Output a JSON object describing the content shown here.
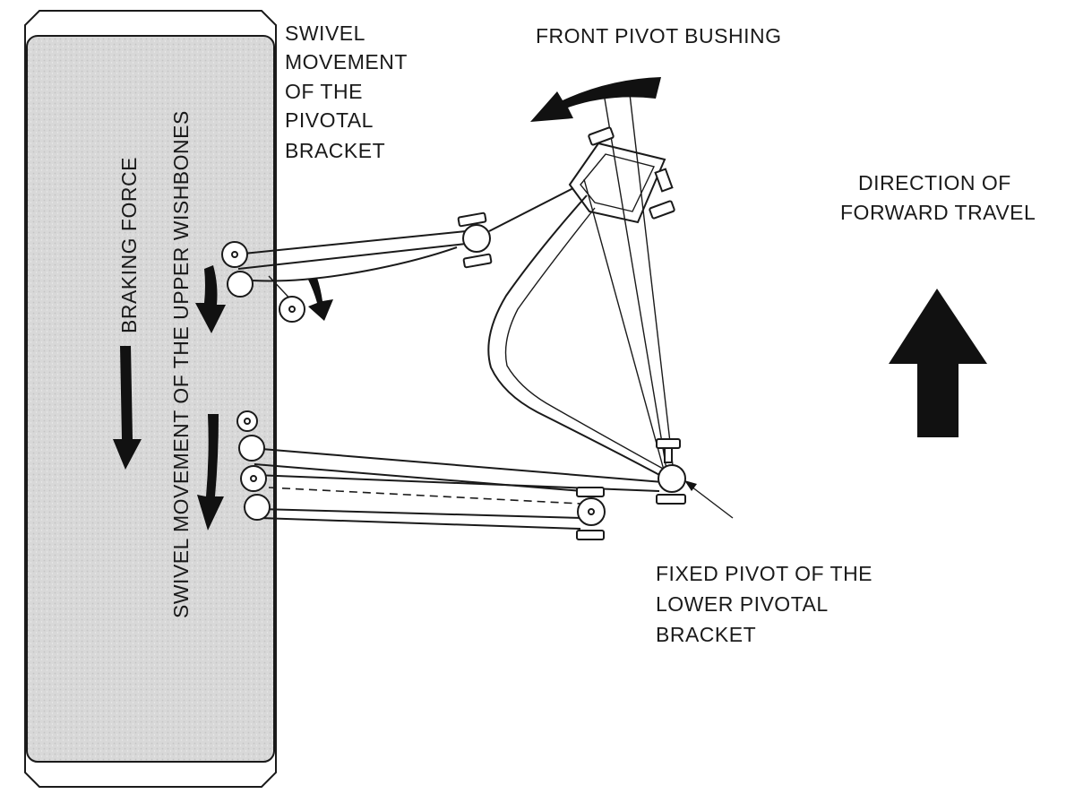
{
  "labels": {
    "swivel_bracket": [
      "SWIVEL",
      "MOVEMENT",
      "OF THE",
      "PIVOTAL",
      "BRACKET"
    ],
    "front_pivot_bushing": "FRONT PIVOT BUSHING",
    "direction": [
      "DIRECTION OF",
      "FORWARD TRAVEL"
    ],
    "braking_force": "BRAKING FORCE",
    "swivel_wishbones": "SWIVEL MOVEMENT OF THE UPPER WISHBONES",
    "fixed_pivot": [
      "FIXED PIVOT OF THE",
      "LOWER PIVOTAL",
      "BRACKET"
    ]
  },
  "colors": {
    "ink": "#1a1a1a",
    "tire_fill": "#dcdcdc",
    "background": "#ffffff"
  }
}
